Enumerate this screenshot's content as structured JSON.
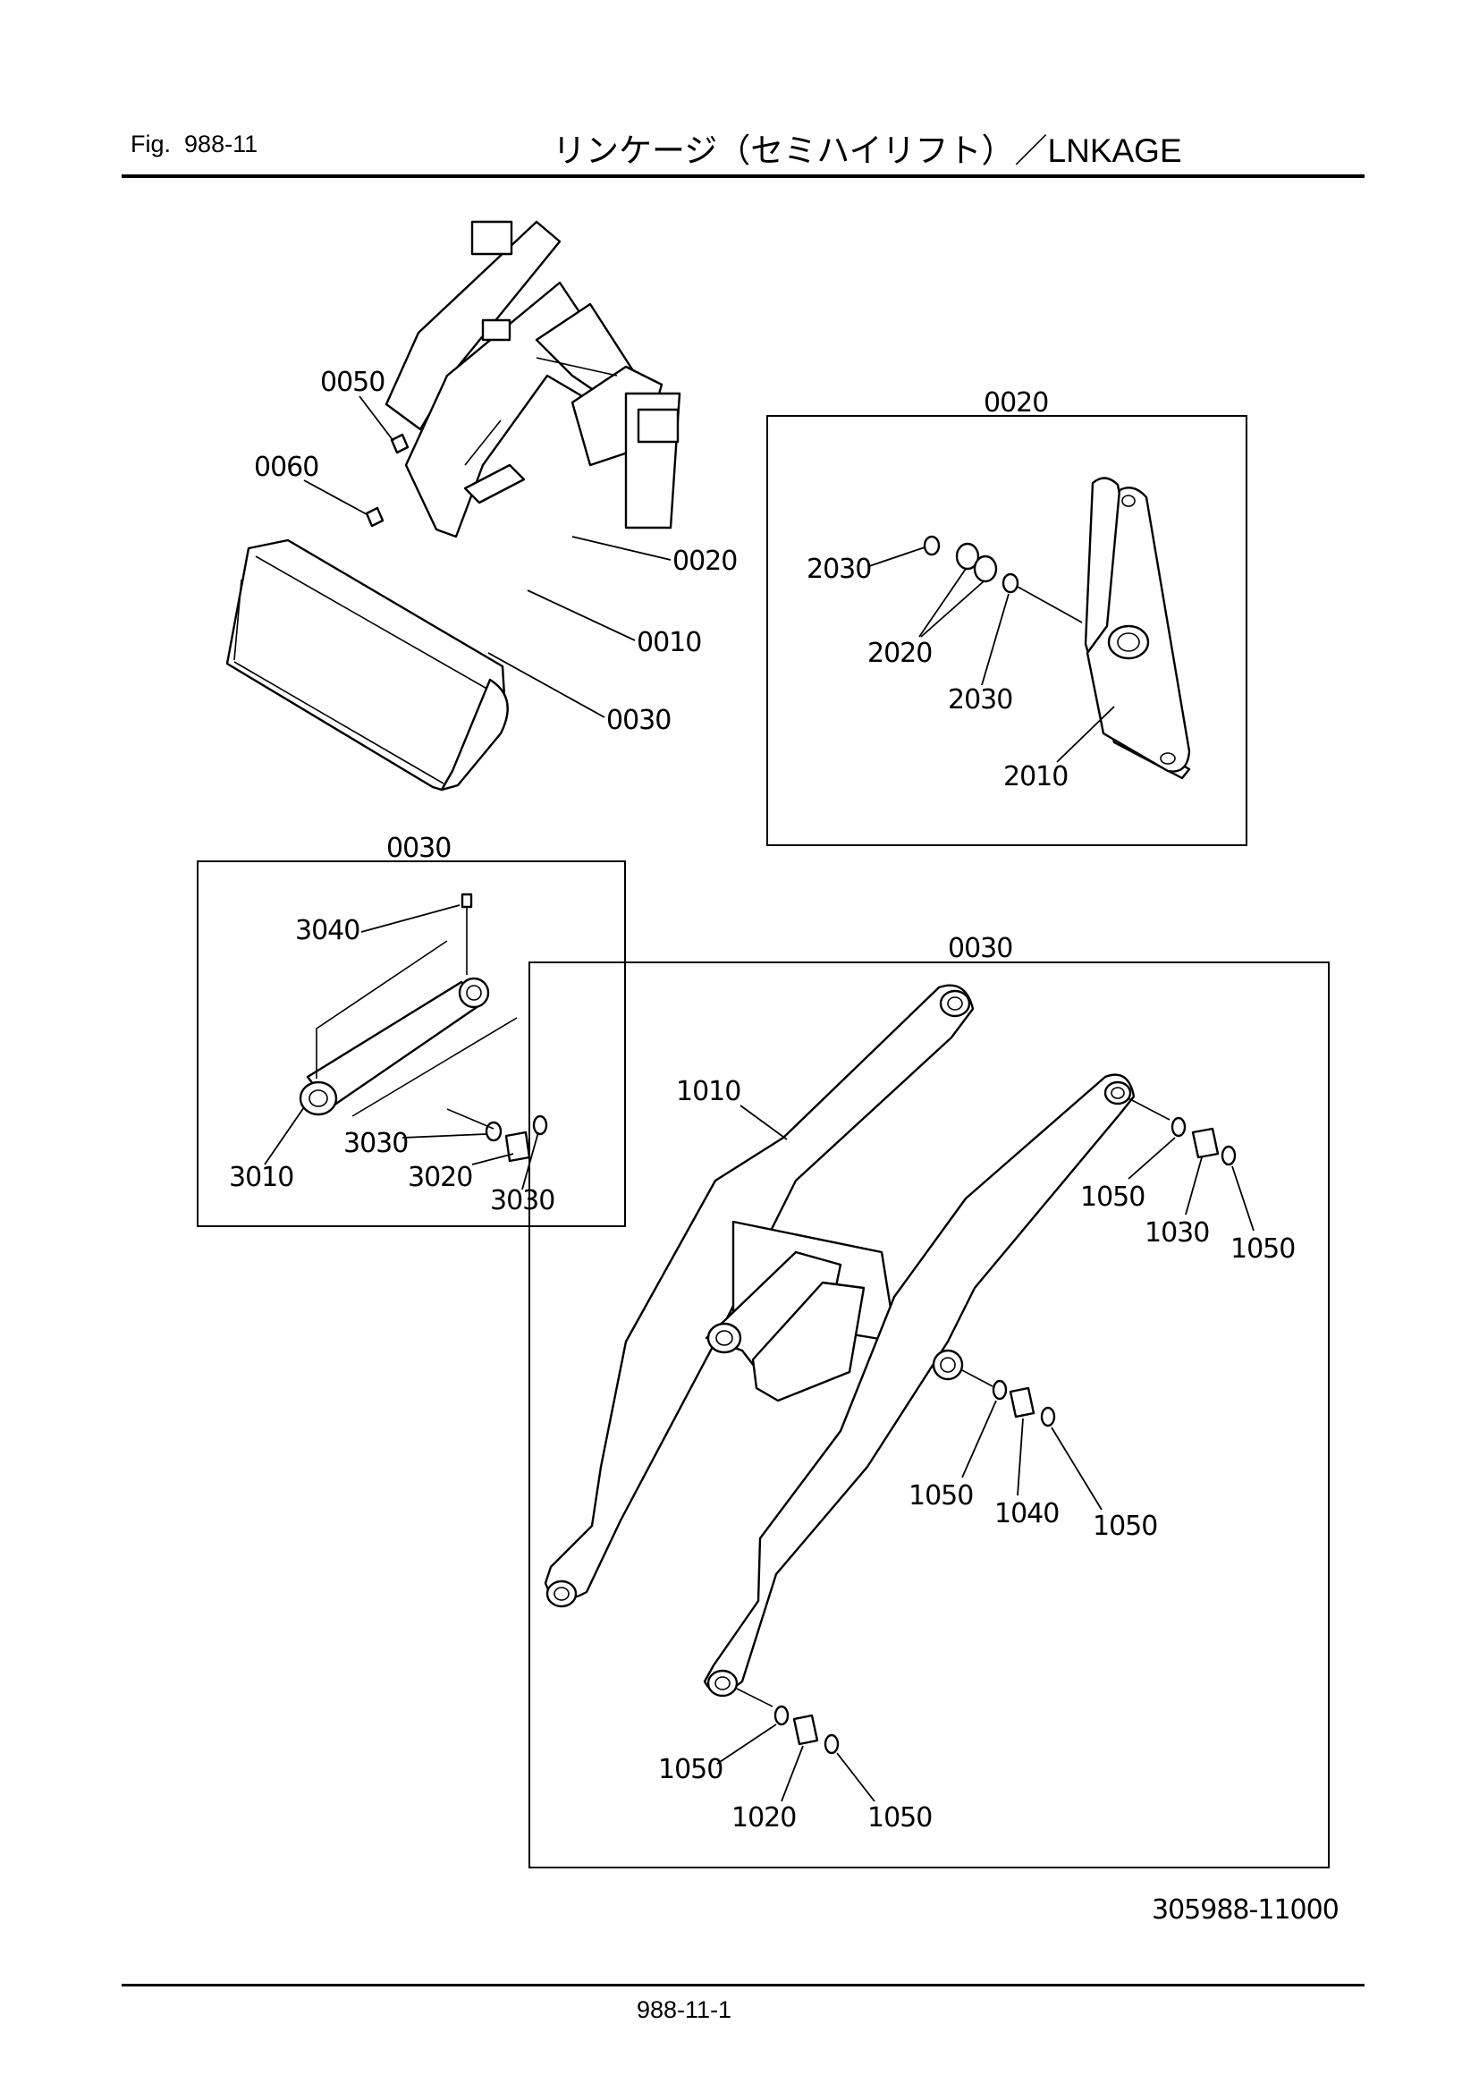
{
  "header": {
    "fig_label": "Fig.",
    "fig_number": "988-11",
    "title": "リンケージ（セミハイリフト）／LNKAGE"
  },
  "drawing_number": "305988-11000",
  "page_number": "988-11-1",
  "views": {
    "overview": {
      "labels": [
        "0050",
        "0060",
        "0020",
        "0010",
        "0030"
      ]
    },
    "detail_0020": {
      "title": "0020",
      "labels": [
        "2030",
        "2020",
        "2030",
        "2010"
      ]
    },
    "detail_0030_small": {
      "title": "0030",
      "labels": [
        "3040",
        "3010",
        "3030",
        "3020",
        "3030"
      ]
    },
    "detail_0030_large": {
      "title": "0030",
      "labels": [
        "1010",
        "1050",
        "1030",
        "1050",
        "1050",
        "1040",
        "1050",
        "1050",
        "1020",
        "1050"
      ]
    }
  }
}
